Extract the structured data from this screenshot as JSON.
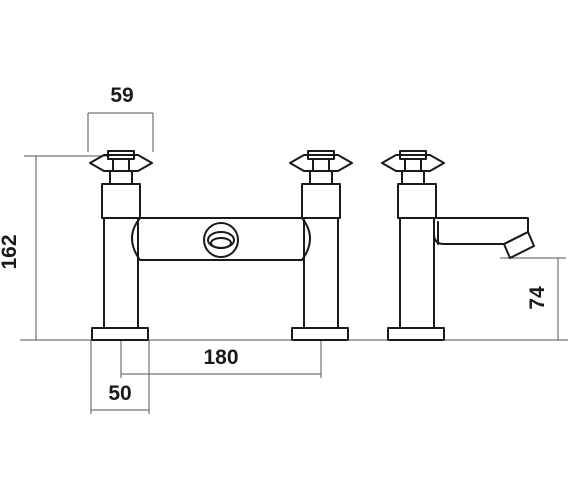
{
  "dimensions": {
    "handle_width": "59",
    "height_total": "162",
    "tap_centres": "180",
    "base_width": "50",
    "spout_height": "74"
  },
  "colors": {
    "line": "#1a1a1a",
    "dimension_line": "#555555",
    "background": "#ffffff"
  }
}
